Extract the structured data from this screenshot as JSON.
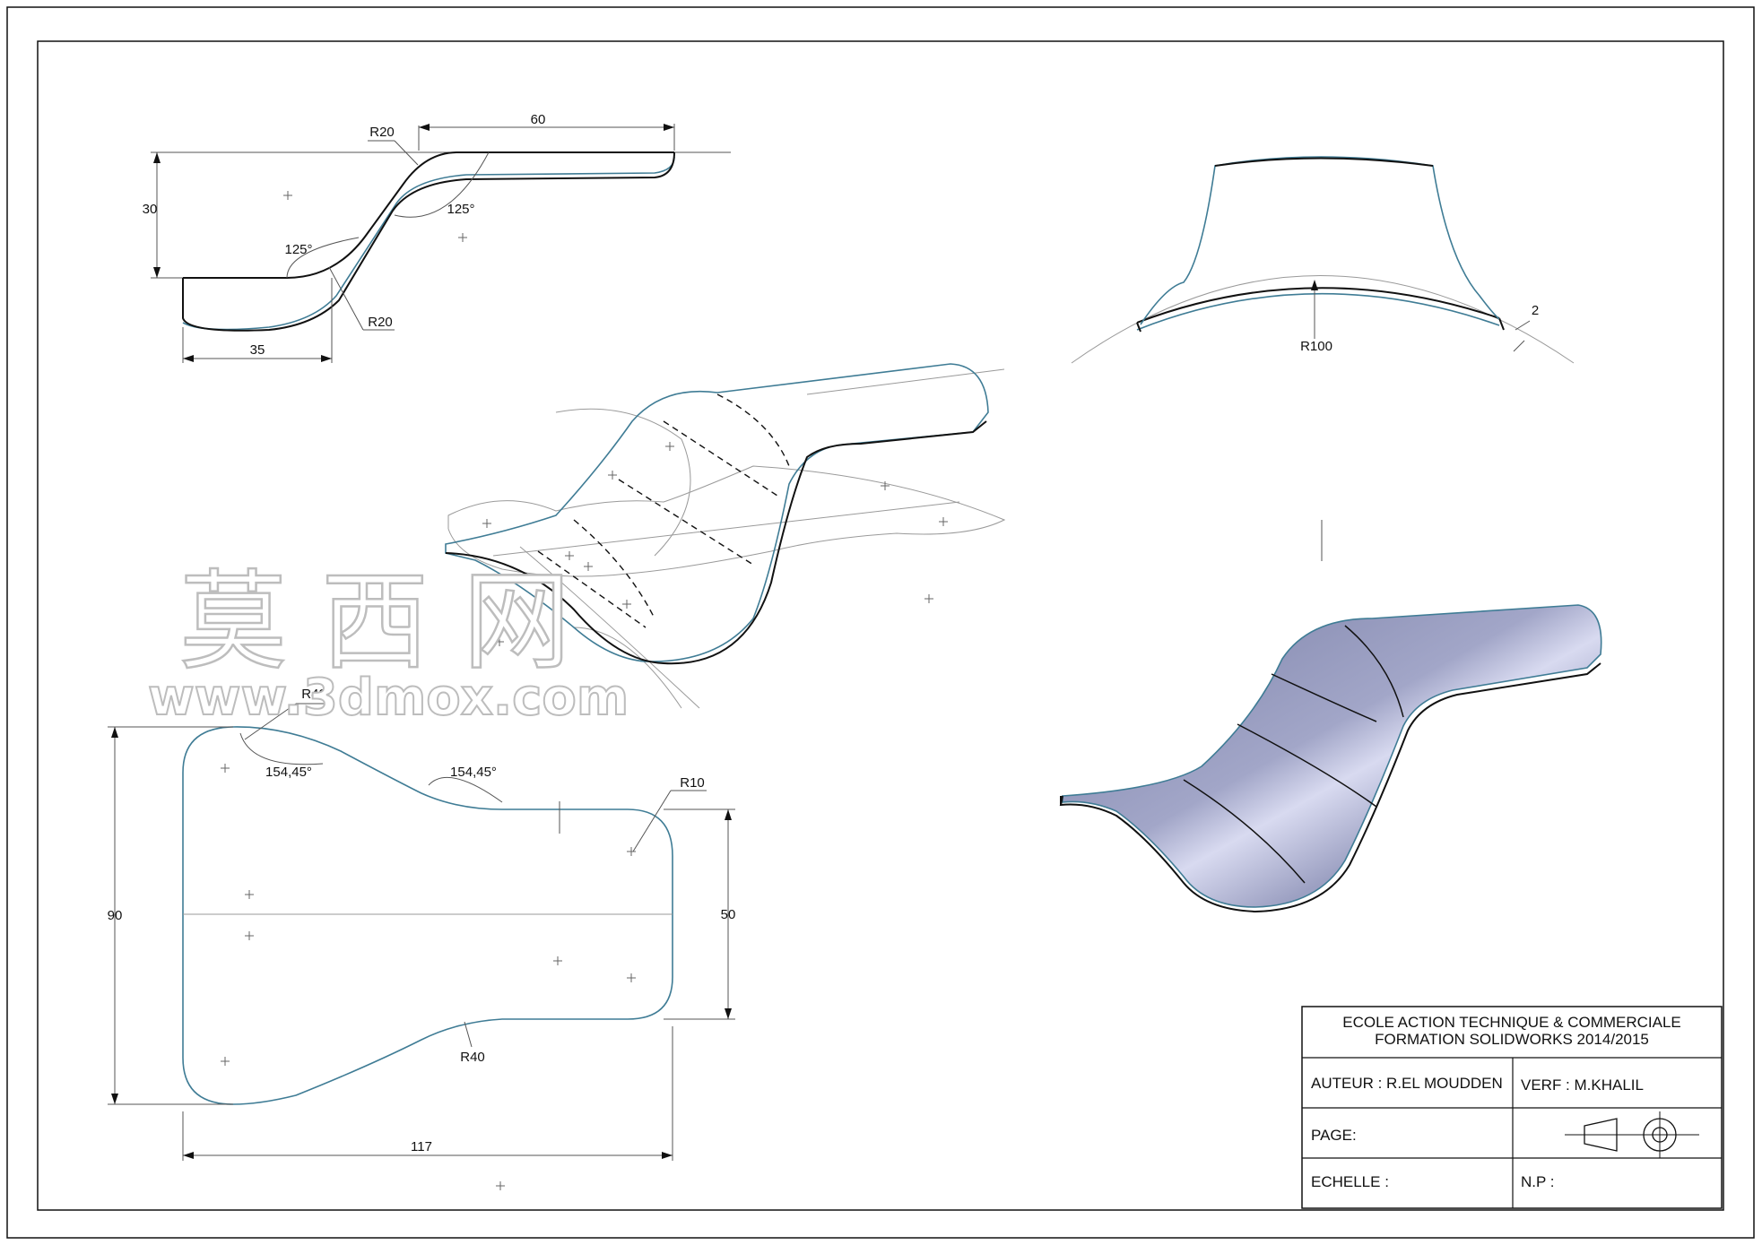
{
  "watermark": {
    "chinese": "莫 西 网",
    "url": "www.3dmox.com"
  },
  "side_view": {
    "r_top": "R20",
    "r_bottom": "R20",
    "angle_top": "125°",
    "angle_bottom": "125°",
    "dim_length_top": "60",
    "dim_height": "30",
    "dim_length_bottom": "35"
  },
  "end_view": {
    "radius": "R100",
    "thickness": "2"
  },
  "top_view": {
    "r_top_left": "R40",
    "angle_left": "154,45°",
    "angle_right": "154,45°",
    "r_right": "R10",
    "r_bottom": "R40",
    "dim_height_total": "90",
    "dim_height_right": "50",
    "dim_length": "117"
  },
  "title_block": {
    "line1": "ECOLE ACTION TECHNIQUE & COMMERCIALE",
    "line2": "FORMATION  SOLIDWORKS 2014/2015",
    "author": "AUTEUR :  R.EL MOUDDEN",
    "verifier": "VERF : M.KHALIL",
    "page": "PAGE:",
    "scale": "ECHELLE :",
    "np": "N.P :"
  },
  "colors": {
    "model_edge": "#3f7c95",
    "shaded_fill": "#8f94b8",
    "frame": "#111111"
  }
}
